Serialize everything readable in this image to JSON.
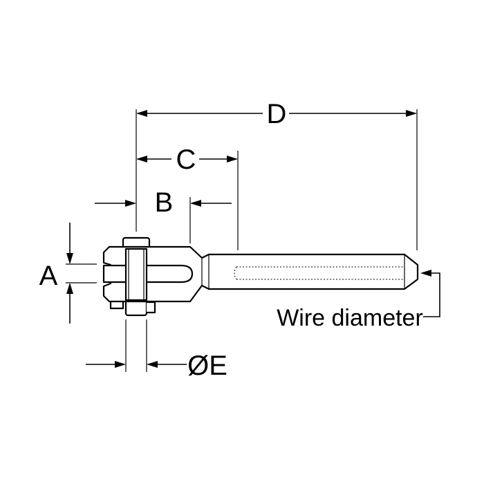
{
  "labels": {
    "a": "A",
    "b": "B",
    "c": "C",
    "d": "D",
    "e": "ØE",
    "wire": "Wire diameter"
  }
}
